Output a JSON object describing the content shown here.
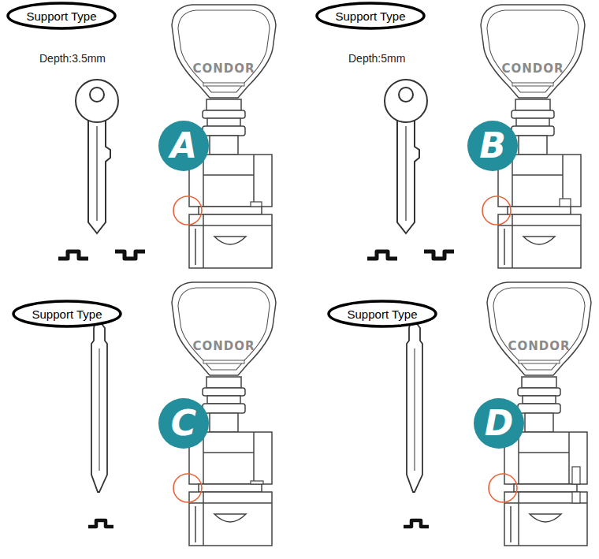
{
  "diagram": {
    "nodes": [
      {
        "text": [
          "Support Type"
        ]
      },
      {
        "text": [
          "CONDOR"
        ]
      },
      {
        "text": [
          "A"
        ]
      },
      {
        "text": [
          "Support Type"
        ]
      },
      {
        "text": [
          "CONDOR"
        ]
      },
      {
        "text": [
          "B"
        ]
      },
      {
        "text": [
          "Support Type"
        ]
      },
      {
        "text": [
          "CONDOR"
        ]
      },
      {
        "text": [
          "C"
        ]
      },
      {
        "text": [
          "Support Type"
        ]
      },
      {
        "text": [
          "CONDOR"
        ]
      },
      {
        "text": [
          "D"
        ]
      }
    ],
    "labels": [
      "Depth:3.5mm",
      "Depth:5mm"
    ]
  }
}
